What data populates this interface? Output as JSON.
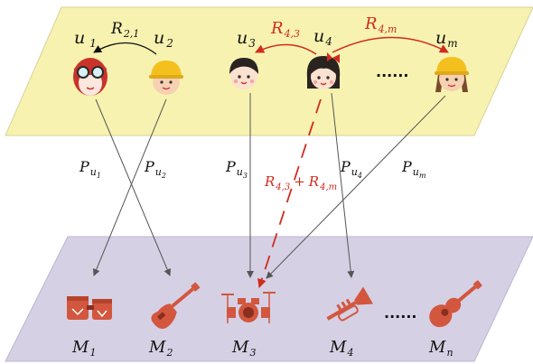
{
  "users": [
    {
      "id": "u1",
      "base": "u",
      "sub": "1"
    },
    {
      "id": "u2",
      "base": "u",
      "sub": "2"
    },
    {
      "id": "u3",
      "base": "u",
      "sub": "3"
    },
    {
      "id": "u4",
      "base": "u",
      "sub": "4"
    },
    {
      "id": "um",
      "base": "u",
      "sub": "m"
    }
  ],
  "relations": [
    {
      "id": "r21",
      "base": "R",
      "sub": "2,1"
    },
    {
      "id": "r43",
      "base": "R",
      "sub": "4,3"
    },
    {
      "id": "r4m",
      "base": "R",
      "sub": "4,m"
    }
  ],
  "preferences": [
    {
      "id": "pu1",
      "base": "P",
      "sub": "u",
      "subsub": "1"
    },
    {
      "id": "pu2",
      "base": "P",
      "sub": "u",
      "subsub": "2"
    },
    {
      "id": "pu3",
      "base": "P",
      "sub": "u",
      "subsub": "3"
    },
    {
      "id": "pu4",
      "base": "P",
      "sub": "u",
      "subsub": "4"
    },
    {
      "id": "pum",
      "base": "P",
      "sub": "u",
      "subsub": "m"
    }
  ],
  "combined_relation": {
    "base1": "R",
    "sub1": "4,3",
    "plus": "+",
    "base2": "R",
    "sub2": "4,m"
  },
  "items": [
    {
      "id": "m1",
      "base": "M",
      "sub": "1",
      "icon": "bongo-drums-icon"
    },
    {
      "id": "m2",
      "base": "M",
      "sub": "2",
      "icon": "electric-guitar-icon"
    },
    {
      "id": "m3",
      "base": "M",
      "sub": "3",
      "icon": "drum-kit-icon"
    },
    {
      "id": "m4",
      "base": "M",
      "sub": "4",
      "icon": "trumpet-icon"
    },
    {
      "id": "mn",
      "base": "M",
      "sub": "n",
      "icon": "acoustic-guitar-icon"
    }
  ],
  "ellipsis_users": "......",
  "ellipsis_items": "......",
  "colors": {
    "user_plane": "#f7f2b0",
    "item_plane": "#d6d0e4",
    "relation_red": "#d12b1f",
    "arrow_gray": "#555555",
    "instrument": "#d2573e"
  }
}
